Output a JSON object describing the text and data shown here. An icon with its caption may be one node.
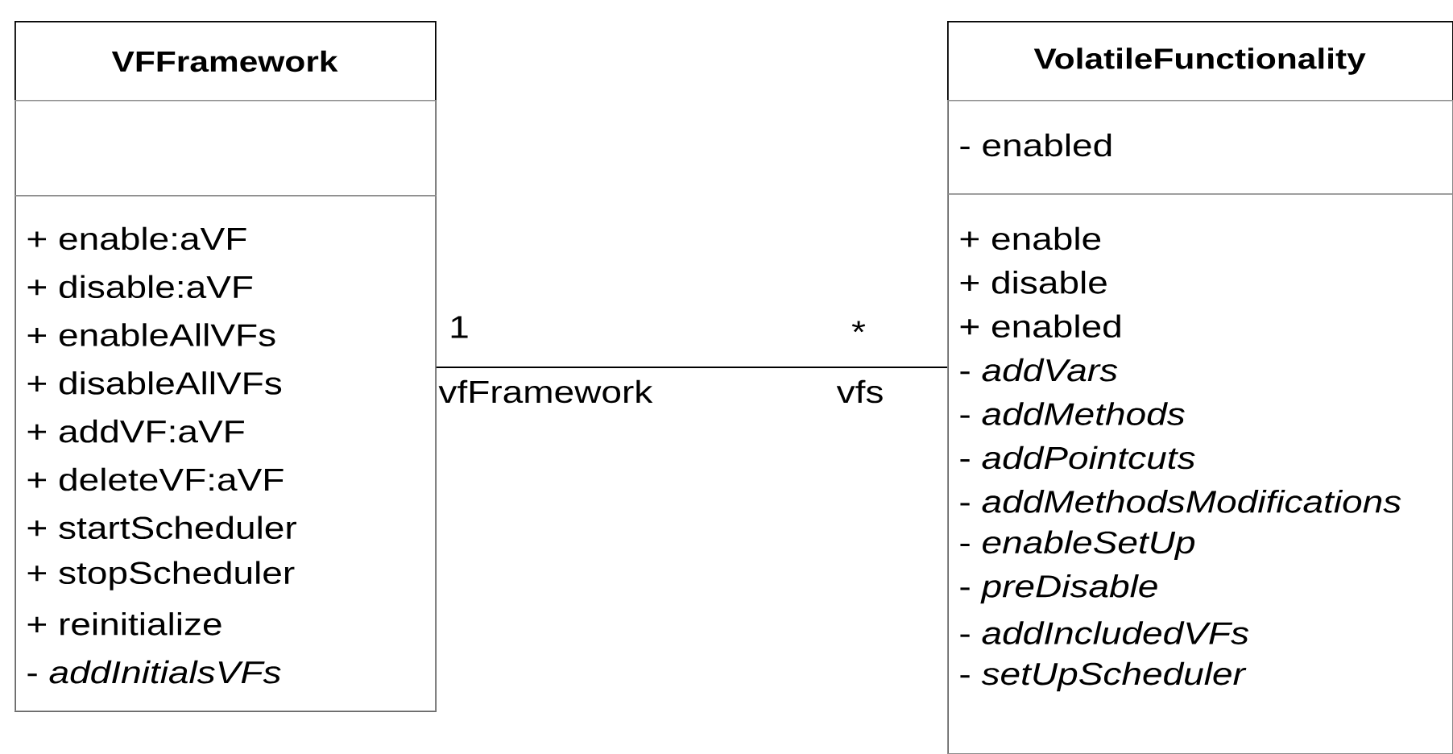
{
  "diagram": {
    "nodes": [
      {
        "text": [
          "VFFramework"
        ]
      },
      {
        "text": [],
        "shape": "box",
        "in": 0
      },
      {
        "text": [
          "+ enable:aVF",
          "+ disable:aVF",
          "+ enableAllVFs",
          "+ disableAllVFs",
          "+ addVF:aVF",
          "+ deleteVF:aVF",
          "+ startScheduler",
          "+ stopScheduler",
          "+ reinitialize",
          "- *addInitialsVFs*"
        ],
        "in": 0
      },
      {
        "text": [
          "VolatileFunctionality"
        ]
      },
      {
        "text": [
          "- enabled"
        ],
        "in": 3
      },
      {
        "text": [
          "+ enable",
          "+ disable",
          "+ enabled",
          "- *addVars*",
          "- *addMethods*",
          "- *addPointcuts*",
          "- *addMethodsModifications*",
          "- *enableSetUp*",
          "- *preDisable*",
          "- *addIncludedVFs*",
          "- *setUpScheduler*"
        ],
        "in": 3
      }
    ],
    "edges": [
      {
        "from": 0,
        "to": 3,
        "arrow": "none"
      }
    ],
    "labels": [
      "1",
      "*",
      "vfFramework",
      "vfs"
    ]
  }
}
